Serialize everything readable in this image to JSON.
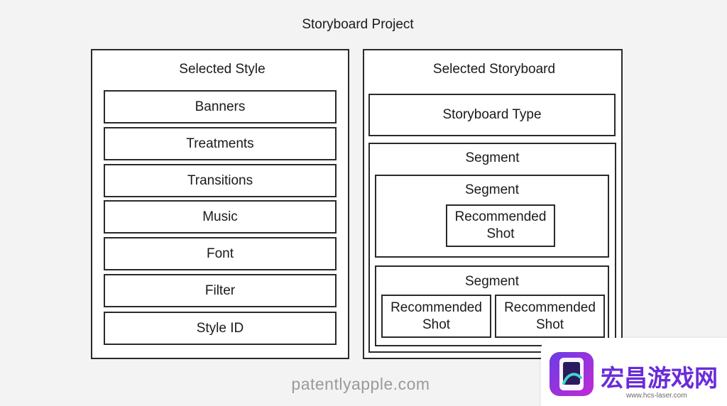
{
  "title": "Storyboard Project",
  "left_panel": {
    "title": "Selected Style",
    "items": [
      "Banners",
      "Treatments",
      "Transitions",
      "Music",
      "Font",
      "Filter",
      "Style ID"
    ]
  },
  "right_panel": {
    "title": "Selected Storyboard",
    "storyboard_type": "Storyboard Type",
    "segment_outer": "Segment",
    "segment_1": {
      "title": "Segment",
      "shot_line1": "Recommended",
      "shot_line2": "Shot"
    },
    "segment_2": {
      "title": "Segment",
      "shot_a_line1": "Recommended",
      "shot_a_line2": "Shot",
      "shot_b_line1": "Recommended",
      "shot_b_line2": "Shot"
    }
  },
  "footer": "patentlyapple.com",
  "watermark": {
    "brand_text": "宏昌游戏网",
    "url": "www.hcs-laser.com",
    "colors": {
      "brand": "#6a2bd9",
      "icon_start": "#6a3ce6",
      "icon_end": "#c12bd3"
    }
  }
}
